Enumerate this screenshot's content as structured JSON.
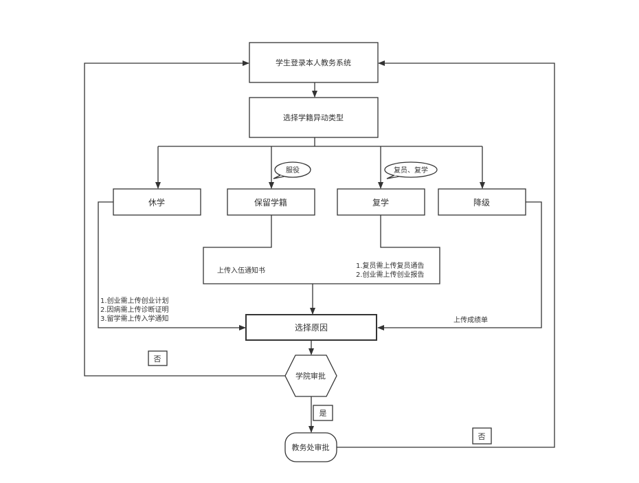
{
  "nodes": {
    "login": "学生登录本人教务系统",
    "select_type": "选择学籍异动类型",
    "suspend": "休学",
    "retain": "保留学籍",
    "resume": "复学",
    "demote": "降级",
    "select_reason": "选择原因",
    "college_approval": "学院审批",
    "academic_office_approval": "教务处审批"
  },
  "callouts": {
    "military_service": "服役",
    "discharge_resume": "复员、复学"
  },
  "notes": {
    "suspend_lines": [
      "1.创业需上传创业计划",
      "2.因病需上传诊断证明",
      "3.留学需上传入学通知"
    ],
    "retain_note": "上传入伍通知书",
    "resume_lines": [
      "1.复员需上传复员通告",
      "2.创业需上传创业报告"
    ],
    "demote_note": "上传成绩单"
  },
  "labels": {
    "no_college": "否",
    "yes": "是",
    "no_office": "否"
  }
}
